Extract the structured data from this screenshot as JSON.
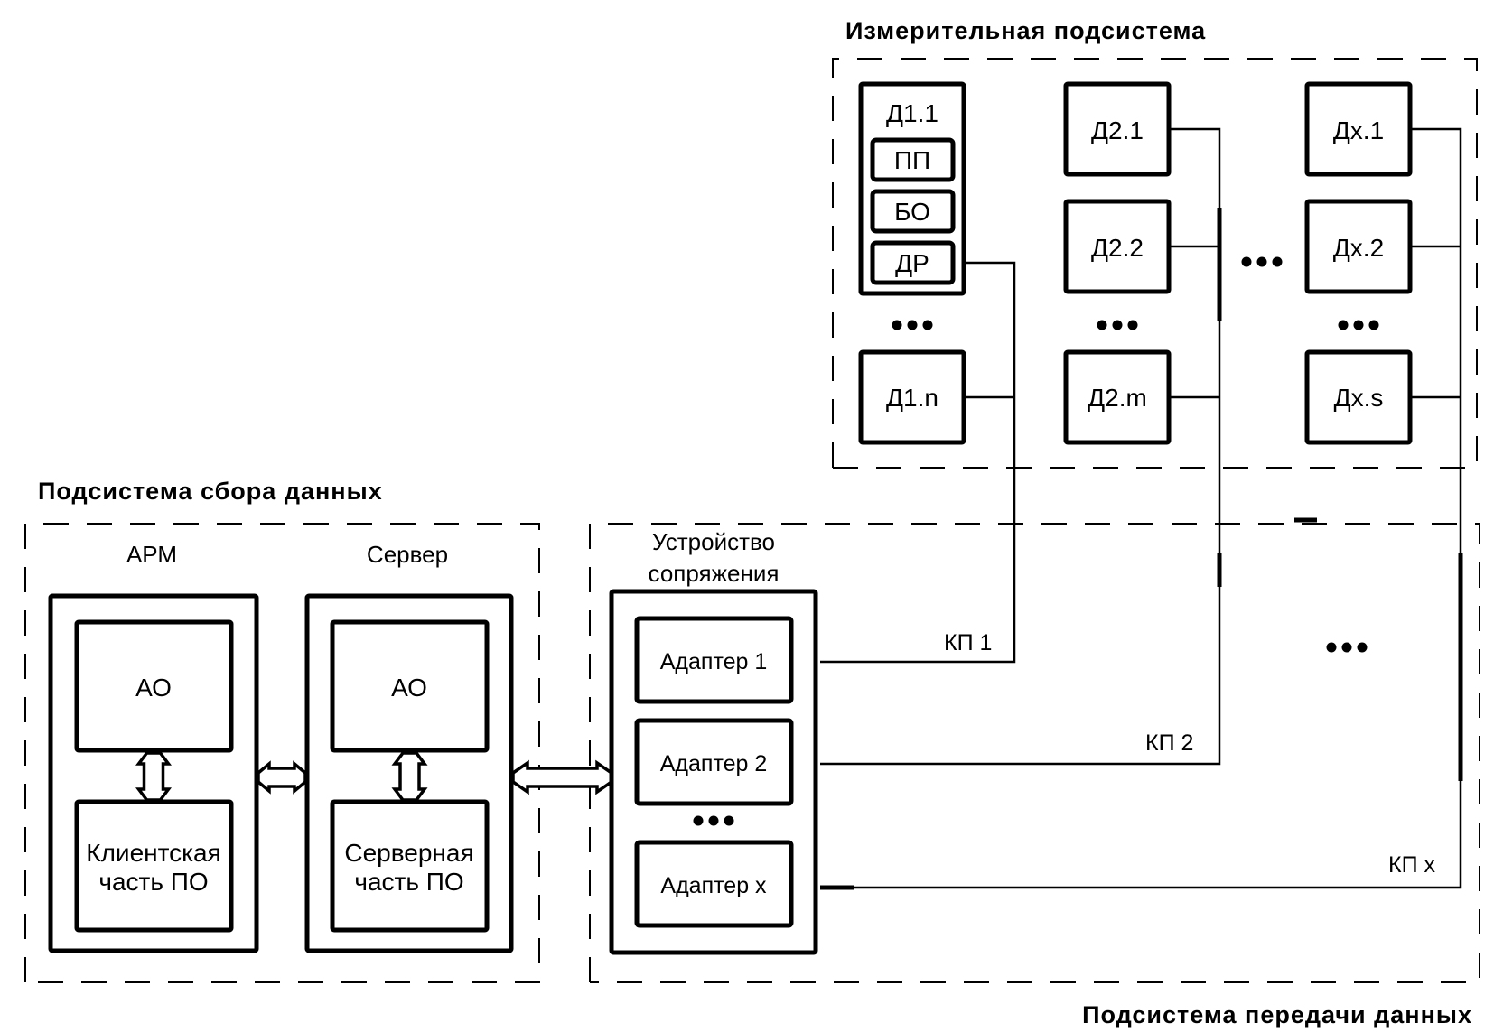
{
  "subsystems": {
    "measurement": {
      "title": "Измерительная подсистема"
    },
    "collection": {
      "title": "Подсистема сбора данных"
    },
    "transmission": {
      "title": "Подсистема передачи данных"
    }
  },
  "sensors": {
    "d1_1": {
      "label": "Д1.1",
      "parts": [
        "ПП",
        "БО",
        "ДР"
      ]
    },
    "d1_n": {
      "label": "Д1.n"
    },
    "d2_1": {
      "label": "Д2.1"
    },
    "d2_2": {
      "label": "Д2.2"
    },
    "d2_m": {
      "label": "Д2.m"
    },
    "dx_1": {
      "label": "Дх.1"
    },
    "dx_2": {
      "label": "Дх.2"
    },
    "dx_s": {
      "label": "Дх.s"
    }
  },
  "workstation": {
    "title": "АРМ",
    "top": "АО",
    "bottom_line1": "Клиентская",
    "bottom_line2": "часть ПО"
  },
  "server": {
    "title": "Сервер",
    "top": "АО",
    "bottom_line1": "Серверная",
    "bottom_line2": "часть ПО"
  },
  "interface_device": {
    "title_line1": "Устройство",
    "title_line2": "сопряжения",
    "adapters": [
      "Адаптер 1",
      "Адаптер 2",
      "Адаптер x"
    ]
  },
  "channels": [
    "КП 1",
    "КП 2",
    "КП x"
  ],
  "ellipsis": "•••"
}
